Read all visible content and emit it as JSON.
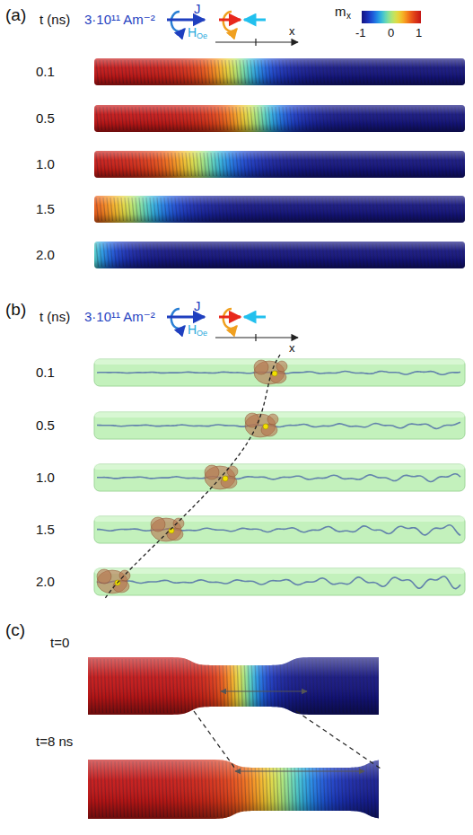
{
  "diagram": {
    "labels": [
      "(a)",
      "t (ns)",
      "3·10¹¹ Am⁻²",
      "J",
      "H",
      "Oe",
      "x",
      "m",
      "x",
      "-1",
      "0",
      "1",
      "0.1",
      "0.5",
      "1.0",
      "1.5",
      "2.0",
      "(b)",
      "t (ns)",
      "3·10¹¹ Am⁻²",
      "J",
      "H",
      "Oe",
      "x",
      "0.1",
      "0.5",
      "1.0",
      "1.5",
      "2.0",
      "(c)",
      "t=0",
      "t=8 ns"
    ]
  }
}
